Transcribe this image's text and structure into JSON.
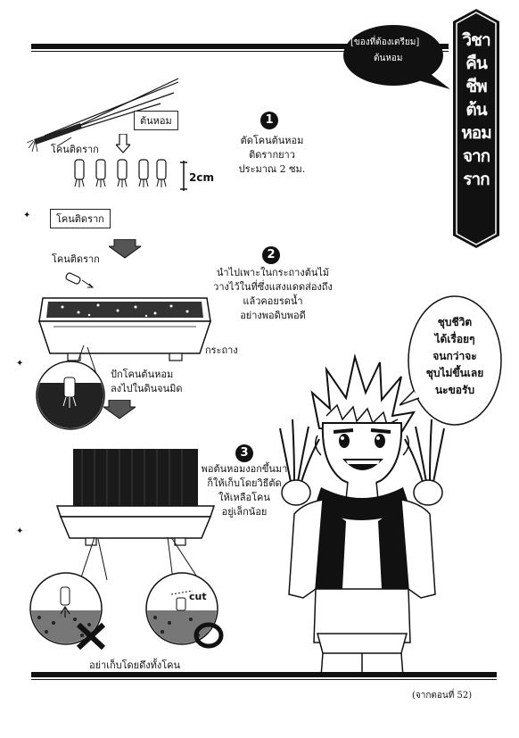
{
  "title_vertical": [
    "วิชา",
    "คืน",
    "ชีพ",
    "ต้น",
    "หอม",
    "จาก",
    "ราก"
  ],
  "materials": {
    "heading": "[ของที่ต้องเตรียม]",
    "item": "ต้นหอม"
  },
  "labels": {
    "scallion": "ต้นหอม",
    "root_end": "โคนติดราก",
    "root_end_box": "โคนติดราก",
    "root_end_2": "โคนติดราก",
    "size": "2cm",
    "pot": "กระถาง",
    "cut": "cut"
  },
  "steps": [
    {
      "num": "1",
      "lines": [
        "ตัดโคนต้นหอม",
        "ติดรากยาว",
        "ประมาณ 2 ซม."
      ]
    },
    {
      "num": "2",
      "lines": [
        "นำไปเพาะในกระถางต้นไม้",
        "วางไว้ในที่ซึ่งแสงแดดส่องถึง",
        "แล้วคอยรดน้ำ",
        "อย่างพอดิบพอดี"
      ]
    },
    {
      "num": "3",
      "lines": [
        "พอต้นหอมงอกขึ้นมา",
        "ก็ให้เก็บโดยวิธีตัด",
        "ให้เหลือโคน",
        "อยู่เล็กน้อย"
      ]
    }
  ],
  "plant_note": [
    "ปักโคนต้นหอม",
    "ลงไปในดินจนมิด"
  ],
  "warning": "อย่าเก็บโดยดึงทั้งโคน",
  "speech": [
    "ชุบชีวิต",
    "ได้เรื่อยๆ",
    "จนกว่าจะ",
    "ชุบไม่ขึ้นเลย",
    "นะขอรับ"
  ],
  "footer": "(จากตอนที่ 52)"
}
